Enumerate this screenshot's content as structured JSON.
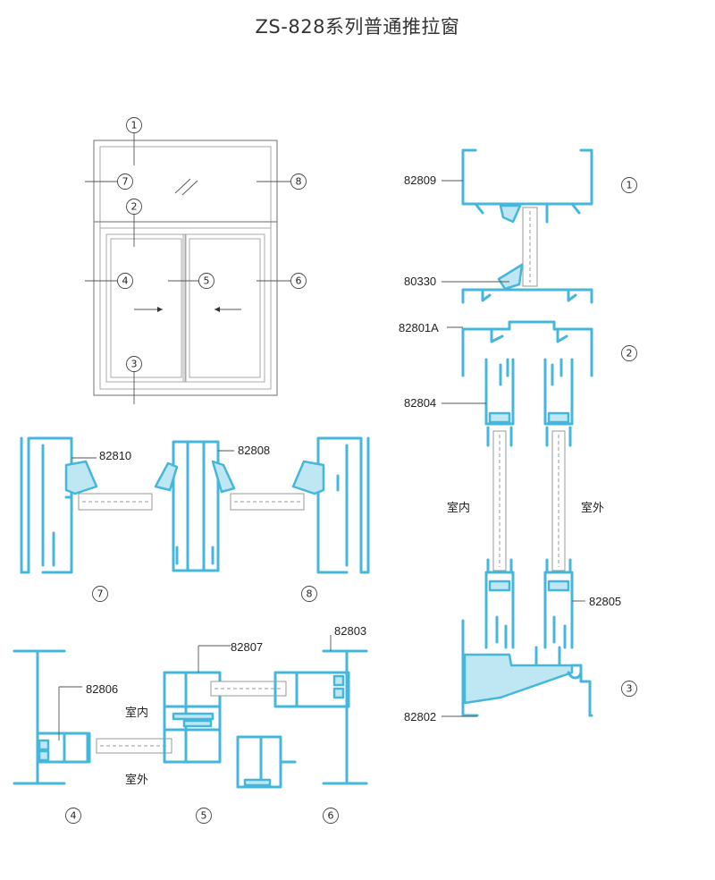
{
  "title": "ZS-828系列普通推拉窗",
  "markers": [
    "1",
    "2",
    "3",
    "4",
    "5",
    "6",
    "7",
    "8"
  ],
  "parts": {
    "p82809": "82809",
    "p80330": "80330",
    "p82801A": "82801A",
    "p82804": "82804",
    "p82805": "82805",
    "p82802": "82802",
    "p82810": "82810",
    "p82808": "82808",
    "p82806": "82806",
    "p82807": "82807",
    "p82803": "82803"
  },
  "labels": {
    "indoor": "室内",
    "outdoor": "室外"
  },
  "colors": {
    "profile": "#45b7dc",
    "profile_fill": "#bfe6f3",
    "line": "#555555"
  }
}
